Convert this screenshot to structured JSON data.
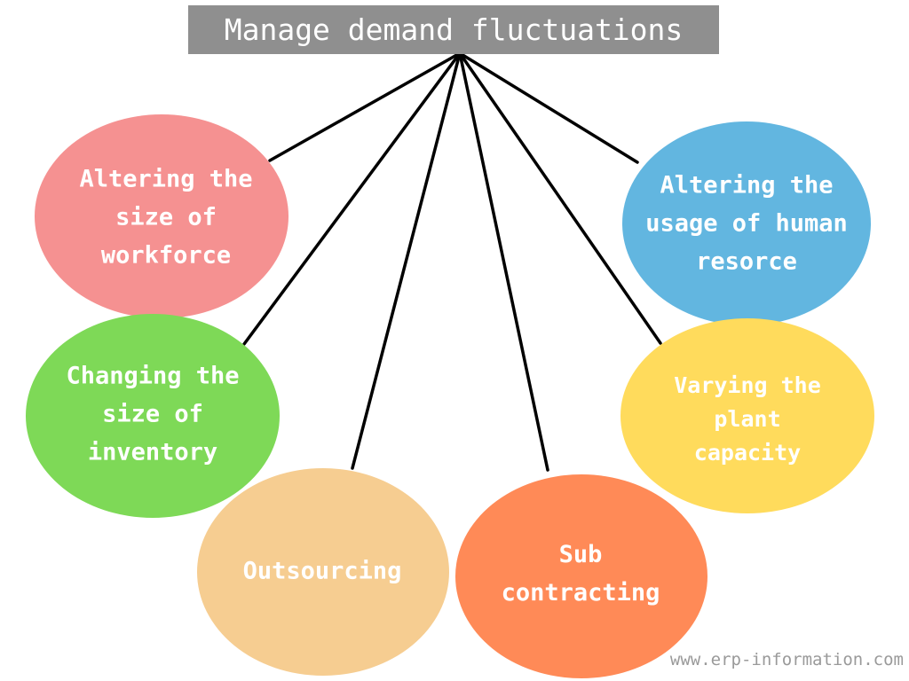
{
  "title": "Manage demand fluctuations",
  "nodes": [
    {
      "id": "workforce",
      "lines": [
        "Altering the",
        "size of",
        "workforce"
      ],
      "color": "#f59191"
    },
    {
      "id": "human-resource",
      "lines": [
        "Altering the",
        "usage of human",
        "resorce"
      ],
      "color": "#62b6e0"
    },
    {
      "id": "inventory",
      "lines": [
        "Changing the",
        "size of",
        "inventory"
      ],
      "color": "#7ed957"
    },
    {
      "id": "plant-capacity",
      "lines": [
        "Varying the",
        "plant",
        "capacity"
      ],
      "color": "#ffdb5c"
    },
    {
      "id": "outsourcing",
      "lines": [
        "Outsourcing"
      ],
      "color": "#f6cd91"
    },
    {
      "id": "sub-contracting",
      "lines": [
        "Sub",
        "contracting"
      ],
      "color": "#ff8a57"
    }
  ],
  "watermark": "www.erp-information.com"
}
